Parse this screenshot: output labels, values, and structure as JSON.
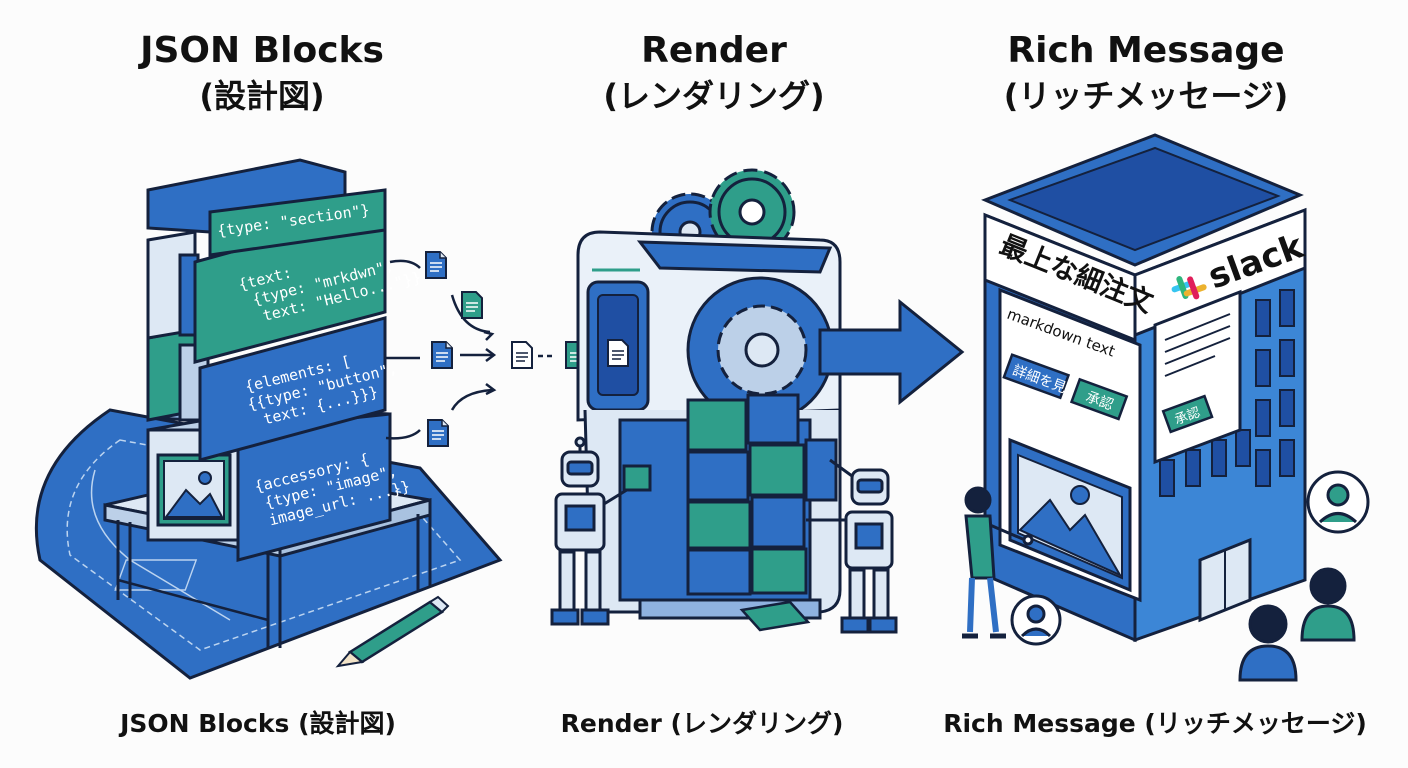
{
  "panels": [
    {
      "title_line1": "JSON Blocks",
      "title_line2": "(設計図)",
      "caption": "JSON Blocks (設計図)"
    },
    {
      "title_line1": "Render",
      "title_line2": "(レンダリング)",
      "caption": "Render (レンダリング)"
    },
    {
      "title_line1": "Rich Message",
      "title_line2": "(リッチメッセージ)",
      "caption": "Rich Message (リッチメッセージ)"
    }
  ],
  "json_blocks": [
    [
      "{type: \"section\"}"
    ],
    [
      "{text:",
      "{type: \"mrkdwn\",",
      "text: \"Hello...\"}}"
    ],
    [
      "{elements: [",
      "{{type: \"button\",",
      "text: {...}}}"
    ],
    [
      "{accessory: {",
      "{type: \"image\",",
      "image_url: ...}}"
    ]
  ],
  "message": {
    "heading": "最上な細注文",
    "brand": "slack",
    "body": "markdown text",
    "button_details": "詳細を見る",
    "button_approve": "承認",
    "side_button": "承認"
  },
  "colors": {
    "blue": "#2f6fc4",
    "teal": "#2f9e8a",
    "light": "#dde8f4",
    "ink": "#14213d",
    "dark_blue": "#1f4fa3"
  }
}
